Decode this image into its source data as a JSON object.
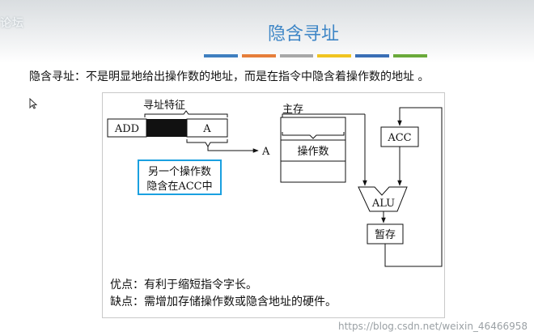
{
  "header": {
    "logo_text": "论坛",
    "title": "隐含寻址",
    "stripe_colors": [
      "#3f7fc0",
      "#e67e3a",
      "#a8a8a8",
      "#f0c420",
      "#3a6eb5",
      "#6aaa3a"
    ]
  },
  "definition": "隐含寻址：不是明显地给出操作数的地址，而是在指令中隐含着操作数的地址 。",
  "diagram": {
    "feature_label": "寻址特征",
    "opcode": "ADD",
    "operand": "A",
    "arrow_target": "A",
    "note_line1": "另一个操作数",
    "note_line2": "隐含在ACC中",
    "memory_label": "主存",
    "operand_cell": "操作数",
    "acc": "ACC",
    "alu": "ALU",
    "temp": "暂存",
    "highlight_color": "#1aa0e0"
  },
  "notes": {
    "pro": "优点：有利于缩短指令字长。",
    "con": "缺点：需增加存储操作数或隐含地址的硬件。"
  },
  "watermark": "https://blog.csdn.net/weixin_46466958"
}
